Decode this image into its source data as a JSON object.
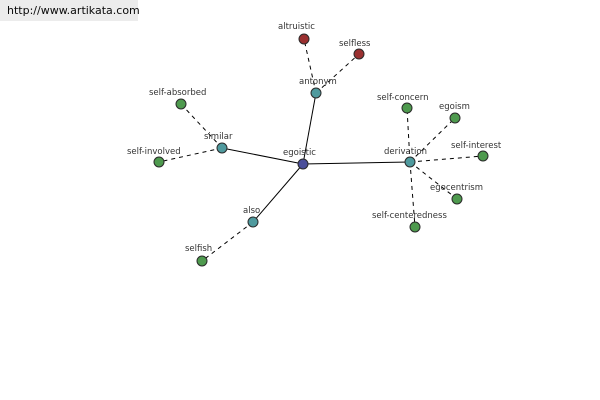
{
  "source_url": "http://www.artikata.com",
  "colors": {
    "center": "#4a4e9a",
    "hub": "#4f9a9e",
    "synonym": "#4e9a4e",
    "antonym": "#9a3030"
  },
  "nodes": [
    {
      "id": "egoistic",
      "label": "egoistic",
      "kind": "center"
    },
    {
      "id": "antonym",
      "label": "antonym",
      "kind": "hub"
    },
    {
      "id": "similar",
      "label": "similar",
      "kind": "hub"
    },
    {
      "id": "derivation",
      "label": "derivation",
      "kind": "hub"
    },
    {
      "id": "also",
      "label": "also",
      "kind": "hub"
    },
    {
      "id": "altruistic",
      "label": "altruistic",
      "kind": "antonym"
    },
    {
      "id": "selfless",
      "label": "selfless",
      "kind": "antonym"
    },
    {
      "id": "self-absorbed",
      "label": "self-absorbed",
      "kind": "synonym"
    },
    {
      "id": "self-involved",
      "label": "self-involved",
      "kind": "synonym"
    },
    {
      "id": "self-concern",
      "label": "self-concern",
      "kind": "synonym"
    },
    {
      "id": "egoism",
      "label": "egoism",
      "kind": "synonym"
    },
    {
      "id": "self-interest",
      "label": "self-interest",
      "kind": "synonym"
    },
    {
      "id": "egocentrism",
      "label": "egocentrism",
      "kind": "synonym"
    },
    {
      "id": "self-centeredness",
      "label": "self-centeredness",
      "kind": "synonym"
    },
    {
      "id": "selfish",
      "label": "selfish",
      "kind": "synonym"
    }
  ],
  "edges": [
    {
      "from": "egoistic",
      "to": "antonym",
      "style": "solid"
    },
    {
      "from": "egoistic",
      "to": "similar",
      "style": "solid"
    },
    {
      "from": "egoistic",
      "to": "derivation",
      "style": "solid"
    },
    {
      "from": "egoistic",
      "to": "also",
      "style": "solid"
    },
    {
      "from": "antonym",
      "to": "altruistic",
      "style": "dashed"
    },
    {
      "from": "antonym",
      "to": "selfless",
      "style": "dashed"
    },
    {
      "from": "similar",
      "to": "self-absorbed",
      "style": "dashed"
    },
    {
      "from": "similar",
      "to": "self-involved",
      "style": "dashed"
    },
    {
      "from": "derivation",
      "to": "self-concern",
      "style": "dashed"
    },
    {
      "from": "derivation",
      "to": "egoism",
      "style": "dashed"
    },
    {
      "from": "derivation",
      "to": "self-interest",
      "style": "dashed"
    },
    {
      "from": "derivation",
      "to": "egocentrism",
      "style": "dashed"
    },
    {
      "from": "derivation",
      "to": "self-centeredness",
      "style": "dashed"
    },
    {
      "from": "also",
      "to": "selfish",
      "style": "dashed"
    }
  ]
}
